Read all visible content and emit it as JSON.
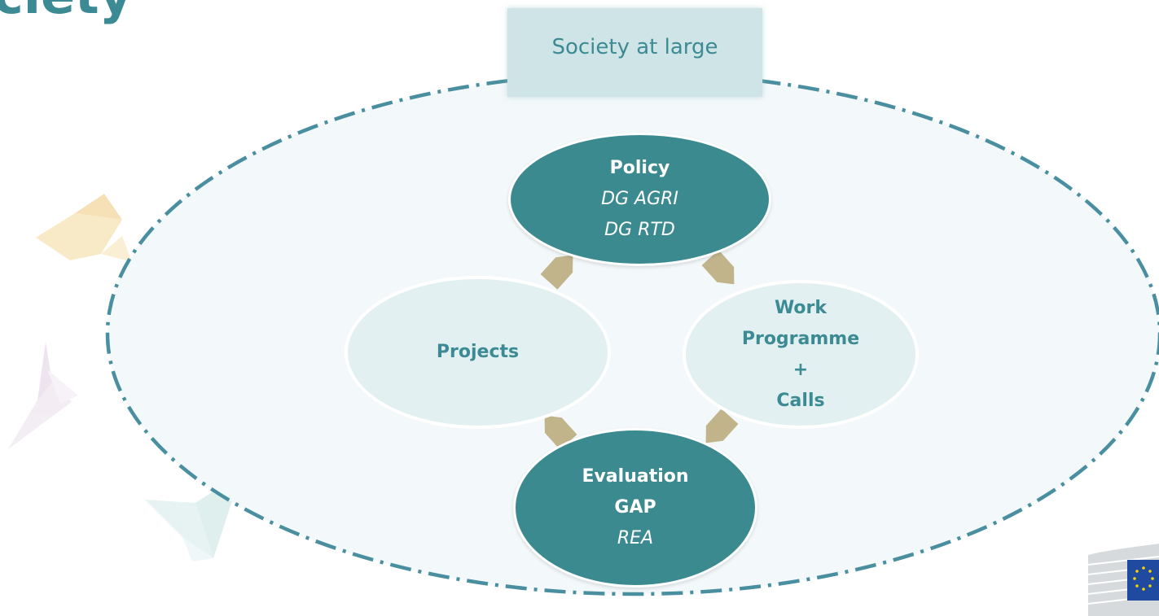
{
  "title_fragment": "ciety",
  "society_label": "Society at large",
  "colors": {
    "teal_dark": "#3b8a90",
    "teal_light_fill": "#e3f0f1",
    "text_teal": "#3c8b94",
    "arrow_khaki": "#c2b48a",
    "dash_ring": "#4a8fa0",
    "outer_fill": "#f3f8fa"
  },
  "nodes": {
    "policy": {
      "title": "Policy",
      "lines": [
        "DG AGRI",
        "DG RTD"
      ]
    },
    "workprog": {
      "lines": [
        "Work",
        "Programme",
        "+",
        "Calls"
      ]
    },
    "evaluation": {
      "titles": [
        "Evaluation",
        "GAP"
      ],
      "lines": [
        "REA"
      ]
    },
    "projects": {
      "title": "Projects"
    }
  },
  "decorations": [
    "origami-bird-yellow",
    "origami-bird-pink",
    "origami-bird-teal",
    "eu-commission-logo"
  ]
}
